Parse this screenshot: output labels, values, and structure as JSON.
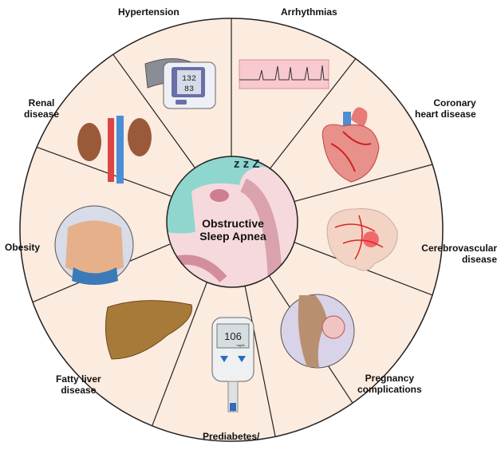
{
  "center": {
    "line1": "Obstructive",
    "line2": "Sleep Apnea",
    "snore": "z z Z"
  },
  "segments": [
    {
      "label_lines": [
        "Hypertension"
      ],
      "icon": "blood-pressure-monitor",
      "display": [
        "132",
        "83"
      ]
    },
    {
      "label_lines": [
        "Arrhythmias"
      ],
      "icon": "ecg-strip"
    },
    {
      "label_lines": [
        "Coronary",
        "heart disease"
      ],
      "icon": "heart"
    },
    {
      "label_lines": [
        "Cerebrovascular",
        "disease"
      ],
      "icon": "brain"
    },
    {
      "label_lines": [
        "Pregnancy",
        "complications"
      ],
      "icon": "pregnancy"
    },
    {
      "label_lines": [
        "Prediabetes/"
      ],
      "icon": "glucose-meter",
      "display": [
        "106",
        "mg/dL"
      ]
    },
    {
      "label_lines": [
        "Fatty liver",
        "disease"
      ],
      "icon": "liver"
    },
    {
      "label_lines": [
        "Obesity"
      ],
      "icon": "obese-torso"
    },
    {
      "label_lines": [
        "Renal",
        "disease"
      ],
      "icon": "kidneys"
    }
  ],
  "colors": {
    "segment_fill": "#fcebdf",
    "outline": "#222222",
    "center_teal": "#8fd6cf",
    "center_pink": "#f6d9dc"
  }
}
